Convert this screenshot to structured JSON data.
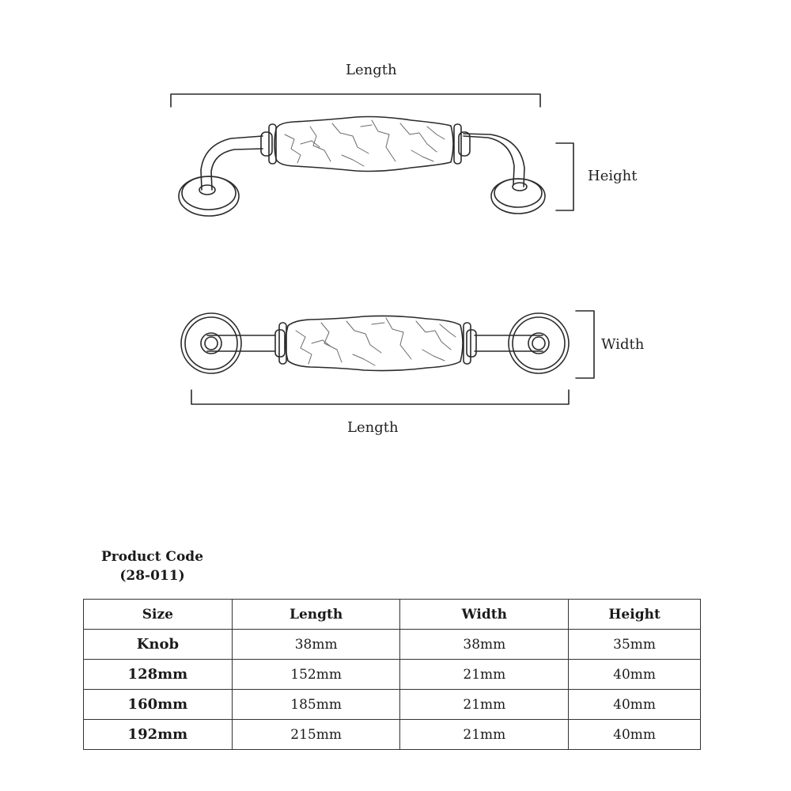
{
  "diagram": {
    "side_view": {
      "length_label": "Length",
      "height_label": "Height"
    },
    "top_view": {
      "width_label": "Width",
      "length_label": "Length"
    }
  },
  "product": {
    "code_heading": "Product Code",
    "code_value": "(28-011)"
  },
  "table": {
    "headers": [
      "Size",
      "Length",
      "Width",
      "Height"
    ],
    "rows": [
      [
        "Knob",
        "38mm",
        "38mm",
        "35mm"
      ],
      [
        "128mm",
        "152mm",
        "21mm",
        "40mm"
      ],
      [
        "160mm",
        "185mm",
        "21mm",
        "40mm"
      ],
      [
        "192mm",
        "215mm",
        "21mm",
        "40mm"
      ]
    ]
  },
  "colors": {
    "line": "#2a2a2a",
    "vein": "#6b6b6b",
    "background": "#ffffff"
  }
}
